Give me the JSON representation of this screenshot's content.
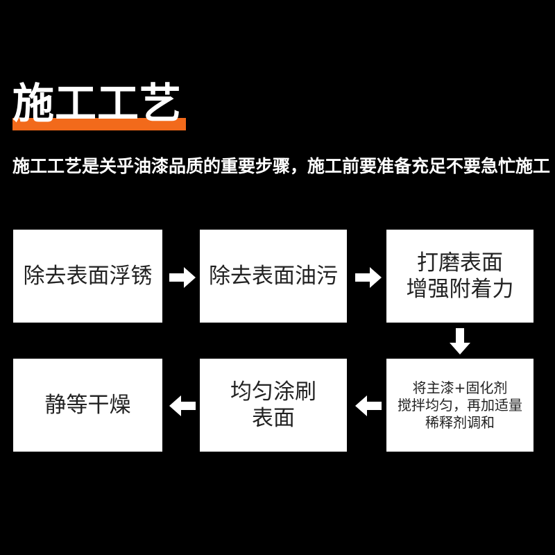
{
  "title": "施工工艺",
  "subtitle": "施工工艺是关乎油漆品质的重要步骤，施工前要准备充足不要急忙施工",
  "colors": {
    "background": "#000000",
    "accent": "#f26a1b",
    "box": "#ffffff",
    "box_text": "#222222",
    "arrow": "#ffffff"
  },
  "steps": [
    {
      "label": "除去表面浮锈"
    },
    {
      "label": "除去表面油污"
    },
    {
      "label": "打磨表面\n增强附着力"
    },
    {
      "label": "将主漆+固化剂\n搅拌均匀，再加适量\n稀释剂调和"
    },
    {
      "label": "均匀涂刷\n表面"
    },
    {
      "label": "静等干燥"
    }
  ],
  "connectors": [
    {
      "from": 1,
      "to": 2,
      "icon": "arrow-right-icon"
    },
    {
      "from": 2,
      "to": 3,
      "icon": "arrow-right-icon"
    },
    {
      "from": 3,
      "to": 4,
      "icon": "arrow-down-icon"
    },
    {
      "from": 4,
      "to": 5,
      "icon": "arrow-left-icon"
    },
    {
      "from": 5,
      "to": 6,
      "icon": "arrow-left-icon"
    }
  ]
}
